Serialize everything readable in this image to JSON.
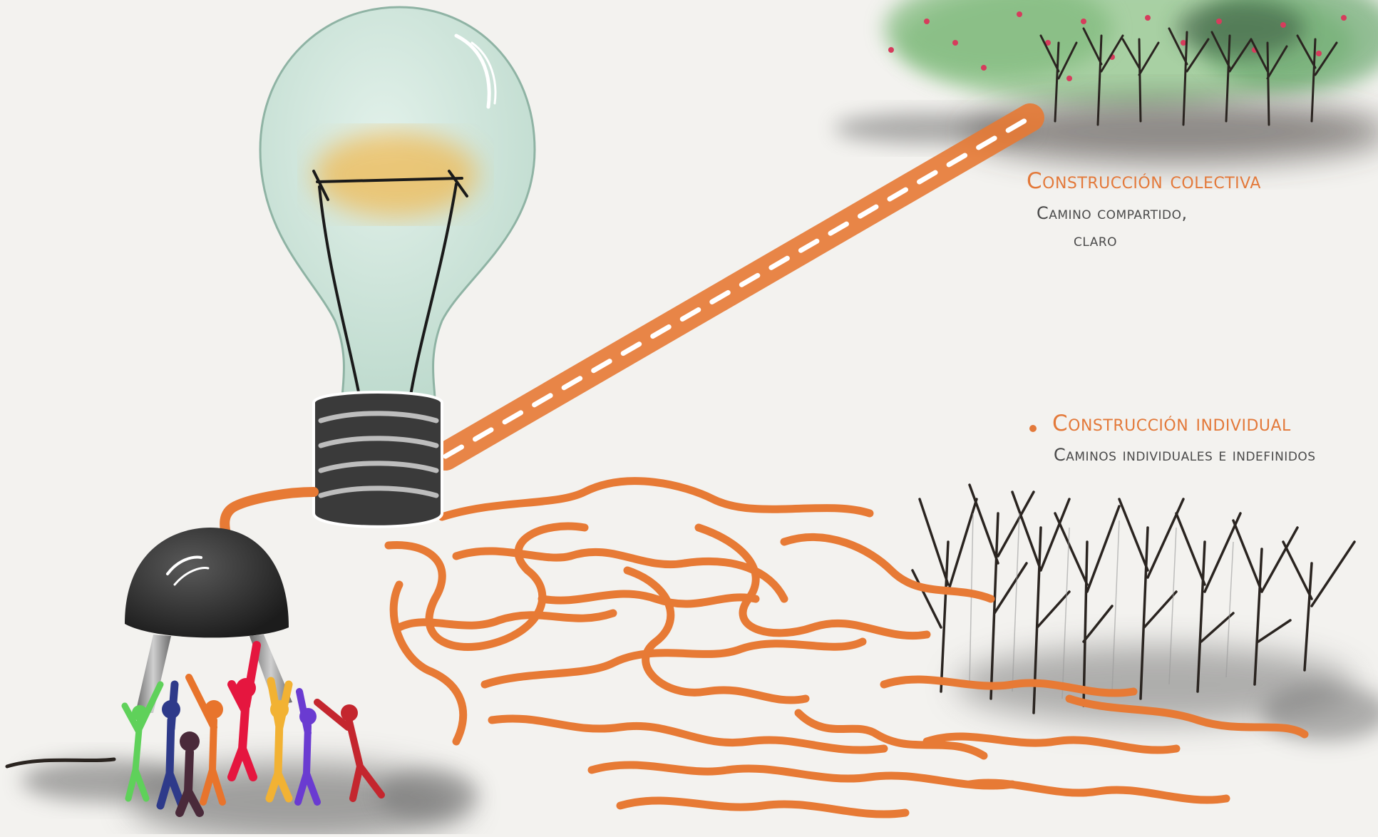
{
  "captions": {
    "collective": {
      "heading": "Construcción colectiva",
      "line1": "Camino compartido,",
      "line2": "claro"
    },
    "individual": {
      "heading": "Construcción individual",
      "line1": "Caminos individuales e indefinidos"
    }
  },
  "colors": {
    "background": "#f3f2ef",
    "path_orange": "#e77a35",
    "caption_orange": "#e3793a",
    "caption_gray": "#4a4a4a",
    "ink": "#2a2420",
    "bulb_glass": "#cfe6dc",
    "bulb_glow": "#f0b64a",
    "foliage": "#8fc58a",
    "berries": "#d63c5c",
    "figure_colors": [
      "#5fd15a",
      "#2e3a8a",
      "#e8742c",
      "#4a2a3a",
      "#e5163f",
      "#f2b233",
      "#6a3bd1",
      "#c4262e"
    ]
  }
}
